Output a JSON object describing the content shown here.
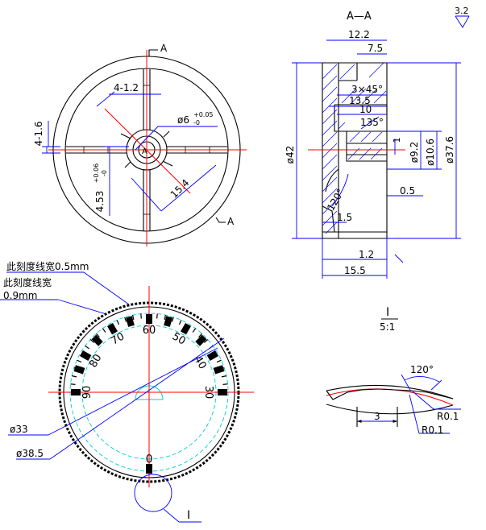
{
  "front_view": {
    "section_marker_top": "A",
    "section_marker_bottom": "A",
    "dims": {
      "slot_width": "4-1.2",
      "left_width": "4-1.6",
      "hole_dia_base": "ø6",
      "hole_dia_tol_upper": "+0.05",
      "hole_dia_tol_lower": "-0",
      "slot_depth_base": "4.53",
      "slot_depth_tol_upper": "+0.06",
      "slot_depth_tol_lower": "-0",
      "spoke_len": "15.4"
    }
  },
  "section_view": {
    "title": "A—A",
    "roughness": "3.2",
    "dims": {
      "d12_2": "12.2",
      "d7_5": "7.5",
      "chamfer": "3×45°",
      "d13_5": "13.5",
      "d10": "10",
      "a135": "135°",
      "d42": "ø42",
      "d9_2": "ø9.2",
      "d10_6": "ø10.6",
      "d37_6": "ø37.6",
      "d1": "1",
      "a120": "120°",
      "d0_5": "0.5",
      "d1_5": "1.5",
      "d1_2": "1.2",
      "d15_5": "15.5"
    }
  },
  "dial_view": {
    "note_1": "此刻度线宽0.5mm",
    "note_2a": "此刻度线宽",
    "note_2b": "0.9mm",
    "scale_labels": [
      "0",
      "30",
      "40",
      "50",
      "60",
      "70",
      "80",
      "90"
    ],
    "dia_inner": "ø33",
    "dia_outer": "ø38.5",
    "detail_ref": "I"
  },
  "detail_view": {
    "title": "I",
    "scale": "5:1",
    "angle": "120°",
    "pitch": "3",
    "r1": "R0.1",
    "r2": "R0.1"
  }
}
